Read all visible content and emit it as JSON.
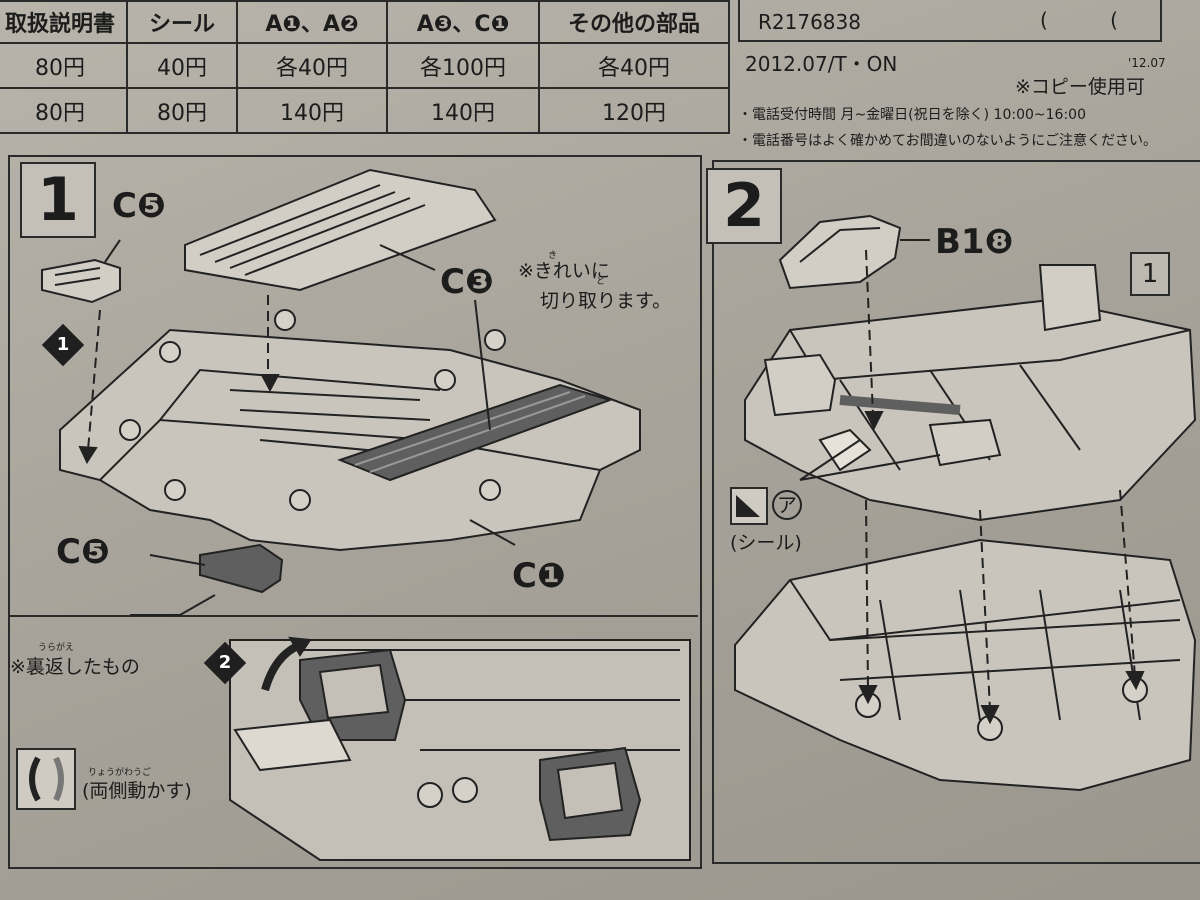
{
  "price_table": {
    "headers": [
      "取扱説明書",
      "シール",
      "A❶、A❷",
      "A❸、C❶",
      "その他の部品"
    ],
    "rows": [
      [
        "80円",
        "40円",
        "各40円",
        "各100円",
        "各40円"
      ],
      [
        "80円",
        "80円",
        "140円",
        "140円",
        "120円"
      ]
    ]
  },
  "info": {
    "code": "R2176838",
    "paren": "(   (",
    "date": "2012.07/T・ON",
    "date_small": "'12.07",
    "copy_note": "※コピー使用可",
    "note_hours": "・電話受付時間 月~金曜日(祝日を除く) 10:00~16:00",
    "note_phone": "・電話番号はよく確かめてお間違いのないようにご注意ください。"
  },
  "step1": {
    "number": "1",
    "label_c5_top": "C❺",
    "label_c3": "C❸",
    "note_cut_ruby_ki": "き",
    "note_cut_ruby_to": "と",
    "note_cut_line1": "※きれいに",
    "note_cut_line2": "切り取ります。",
    "label_c1": "C❶",
    "label_c5_bottom": "C❺",
    "diamond_1": "1",
    "diamond_2": "2",
    "reverse_ruby": "うらがえ",
    "reverse_note": "※裏返したもの",
    "move_ruby": "りょうがわうご",
    "move_note": "(両側動かす)"
  },
  "step2": {
    "number": "2",
    "label_b18": "B1❽",
    "ref_step": "1",
    "sticker_mark": "ア",
    "sticker_label": "(シール)"
  },
  "colors": {
    "paper": "#b3afa6",
    "ink": "#1c1c1c",
    "shaded_part": "#5f5f5f"
  }
}
